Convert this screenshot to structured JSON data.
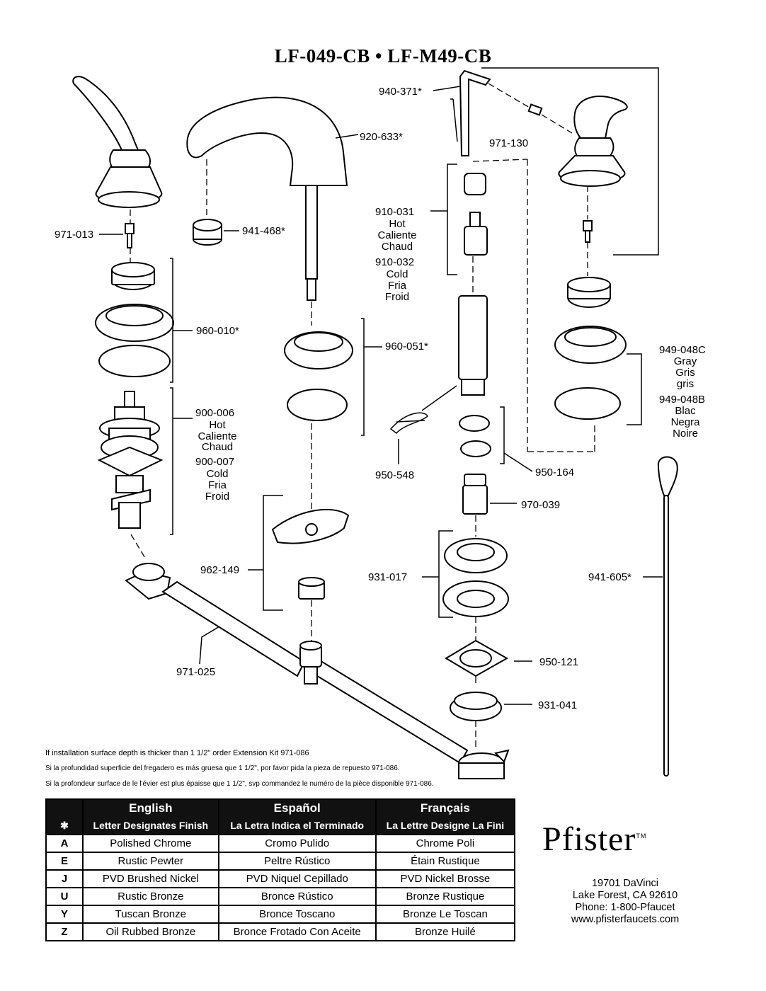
{
  "title": "LF-049-CB • LF-M49-CB",
  "labels": {
    "p971_013": "971-013",
    "p960_010": "960-010*",
    "p900_006": "900-006",
    "p900_006_hot": [
      "Hot",
      "Caliente",
      "Chaud"
    ],
    "p900_007": "900-007",
    "p900_007_cold": [
      "Cold",
      "Fria",
      "Froid"
    ],
    "p920_633": "920-633*",
    "p941_468": "941-468*",
    "p960_051": "960-051*",
    "p962_149": "962-149",
    "p971_025": "971-025",
    "p940_371": "940-371*",
    "p971_130": "971-130",
    "p910_031": "910-031",
    "p910_031_hot": [
      "Hot",
      "Caliente",
      "Chaud"
    ],
    "p910_032": "910-032",
    "p910_032_cold": [
      "Cold",
      "Fria",
      "Froid"
    ],
    "p950_548": "950-548",
    "p950_164": "950-164",
    "p970_039": "970-039",
    "p931_017": "931-017",
    "p950_121": "950-121",
    "p931_041": "931-041",
    "p949_048C": "949-048C",
    "p949_048C_colors": [
      "Gray",
      "Gris",
      "gris"
    ],
    "p949_048B": "949-048B",
    "p949_048B_colors": [
      "Blac",
      "Negra",
      "Noire"
    ],
    "p941_605": "941-605*"
  },
  "notes": {
    "en_pre": "If installation surface depth is thicker than 1 ",
    "en_post": " order Extension Kit 971-086",
    "es_pre": "Si la profundidad superficie del fregadero es más gruesa que 1 ",
    "es_post": ", por favor pida la pieza de repuesto 971-086.",
    "fr_pre": "Si la profondeur surface de le l'évier est plus épaisse que 1 ",
    "fr_post": ", svp commandez le numéro de la pièce disponible 971-086.",
    "fraction": "1/2\""
  },
  "finish_table": {
    "headers": [
      "English",
      "Español",
      "Français"
    ],
    "subheaders": [
      "Letter Designates Finish",
      "La Letra Indica el Terminado",
      "La Lettre Designe La Fini"
    ],
    "symbol": "✱",
    "rows": [
      {
        "code": "A",
        "en": "Polished Chrome",
        "es": "Cromo Pulido",
        "fr": "Chrome Poli"
      },
      {
        "code": "E",
        "en": "Rustic Pewter",
        "es": "Peltre Rústico",
        "fr": "Étain Rustique"
      },
      {
        "code": "J",
        "en": "PVD Brushed Nickel",
        "es": "PVD Niquel Cepillado",
        "fr": "PVD Nickel Brosse"
      },
      {
        "code": "U",
        "en": "Rustic Bronze",
        "es": "Bronce Rústico",
        "fr": "Bronze Rustique"
      },
      {
        "code": "Y",
        "en": "Tuscan Bronze",
        "es": "Bronce Toscano",
        "fr": "Bronze Le Toscan"
      },
      {
        "code": "Z",
        "en": "Oil Rubbed Bronze",
        "es": "Bronce Frotado Con Aceite",
        "fr": "Bronze Huilé"
      }
    ]
  },
  "brand": {
    "name": "Pfister",
    "tm": "TM",
    "address": [
      "19701 DaVinci",
      "Lake Forest, CA 92610",
      "Phone: 1-800-Pfaucet",
      "www.pfisterfaucets.com"
    ]
  }
}
